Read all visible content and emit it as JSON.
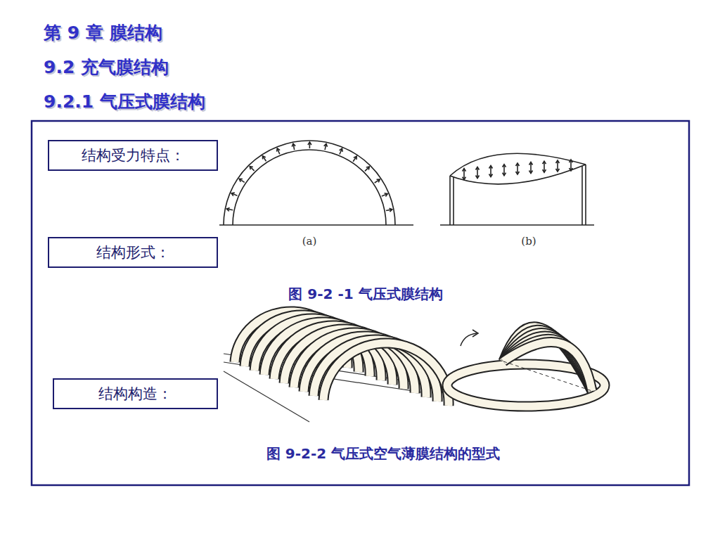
{
  "diagram": {
    "title": "第 9 章 膜结构",
    "nodes": [
      {
        "text": [
          "结构受力特点："
        ]
      },
      {
        "text": [
          "结构形式："
        ]
      },
      {
        "text": [
          "结构构造："
        ]
      }
    ],
    "labels": [
      "9.2 充气膜结构",
      "9.2.1 气压式膜结构",
      "(a)",
      "(b)",
      "图 9-2 -1 气压式膜结构",
      "图 9-2-2 气压式空气薄膜结构的型式"
    ]
  }
}
